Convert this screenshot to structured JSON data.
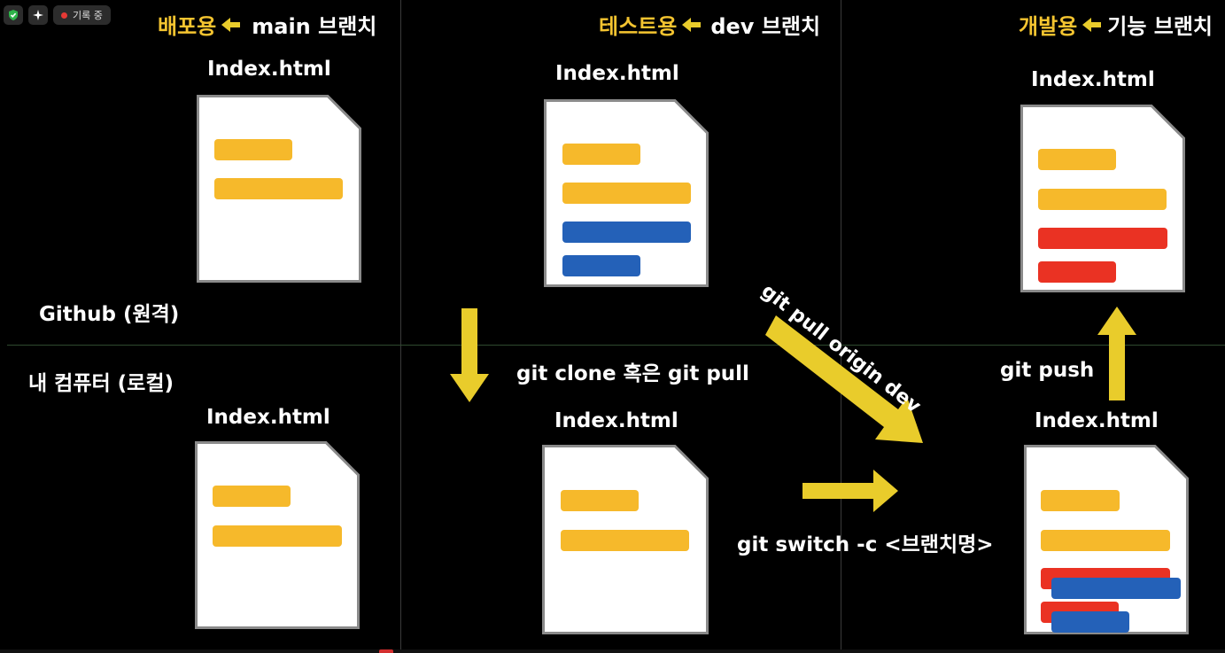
{
  "overlay": {
    "recording_label": "기록 중",
    "icons": [
      "shield-check-icon",
      "sparkle-icon",
      "record-dot-icon"
    ]
  },
  "headings": {
    "main": {
      "label": "배포용",
      "branch": "main 브랜치"
    },
    "dev": {
      "label": "테스트용",
      "branch": "dev 브랜치"
    },
    "feature": {
      "label": "개발용",
      "branch": "기능 브랜치"
    }
  },
  "rows": {
    "remote": "Github (원격)",
    "local": "내 컴퓨터 (로컬)"
  },
  "files": {
    "remote_main": "Index.html",
    "remote_dev": "Index.html",
    "remote_feature": "Index.html",
    "local_main": "Index.html",
    "local_dev": "Index.html",
    "local_feature": "Index.html"
  },
  "commands": {
    "clone_pull": "git clone 혹은 git pull",
    "pull_origin": "git pull origin dev",
    "push": "git push",
    "switch": "git switch -c <브랜치명>"
  },
  "colors": {
    "yellow": "#f4c430",
    "bar_yellow": "#f6b92b",
    "bar_blue": "#2461b8",
    "bar_red": "#ea3223",
    "arrow_yellow": "#e9cc2b",
    "doc_border": "#8a8a8a"
  }
}
